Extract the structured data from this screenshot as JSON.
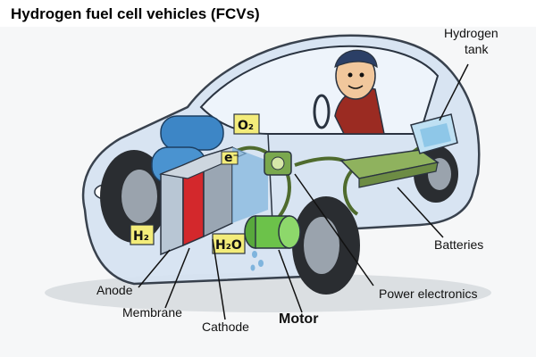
{
  "title": "Hydrogen fuel cell vehicles (FCVs)",
  "labels": {
    "hydrogen_tank_line1": "Hydrogen",
    "hydrogen_tank_line2": "tank",
    "batteries": "Batteries",
    "power_electronics": "Power electronics",
    "motor": "Motor",
    "anode": "Anode",
    "membrane": "Membrane",
    "cathode": "Cathode"
  },
  "chem_tags": {
    "o2": "O₂",
    "h2": "H₂",
    "h2o": "H₂O",
    "electron": "e⁻"
  },
  "colors": {
    "car_body": "#d6e3f2",
    "car_outline": "#2a3340",
    "tag_yellow": "#f3ec7a",
    "battery_green": "#7a9a4a",
    "motor_green": "#6cc24a",
    "membrane_red": "#d3282c",
    "tank_blue": "#3d86c6",
    "pipe_green": "#4f6b2e"
  },
  "icons": {
    "driver": "driver-figure",
    "fuel_cell": "fuel-cell-stack",
    "motor": "electric-motor",
    "battery": "battery-pack",
    "tank": "hydrogen-tank"
  }
}
